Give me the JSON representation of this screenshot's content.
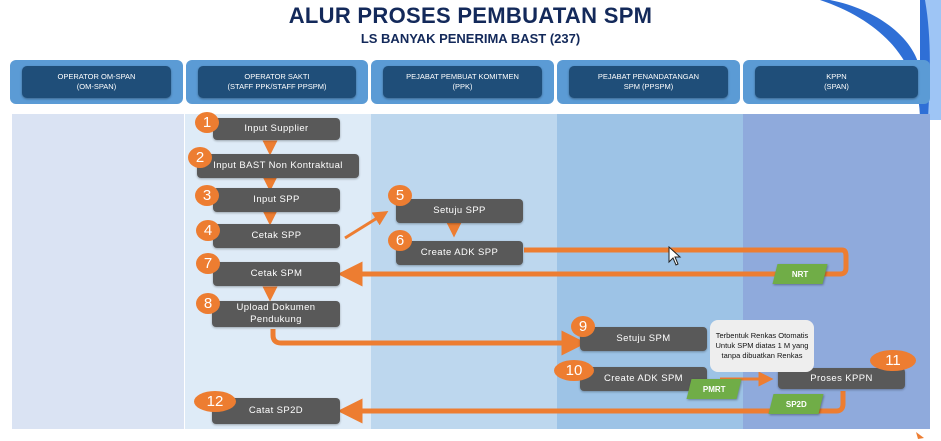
{
  "title": "ALUR PROSES PEMBUATAN SPM",
  "subtitle": "LS BANYAK PENERIMA BAST (237)",
  "colors": {
    "title": "#13295a",
    "header_outer": "#5b9bd5",
    "header_inner": "#1f4e79",
    "step_box": "#595959",
    "badge": "#ed7d31",
    "arrow": "#ed7d31",
    "tag": "#70ad47",
    "note": "#eeeeee",
    "lane_backgrounds": [
      "#dae3f3",
      "#deebf7",
      "#bdd7ee",
      "#9dc3e6",
      "#8faadc"
    ]
  },
  "lanes": [
    {
      "header": "OPERATOR OM-SPAN\n(OM-SPAN)"
    },
    {
      "header": "OPERATOR SAKTI\n(STAFF PPK/STAFF PPSPM)"
    },
    {
      "header": "PEJABAT PEMBUAT KOMITMEN\n(PPK)"
    },
    {
      "header": "PEJABAT PENANDATANGAN\nSPM (PPSPM)"
    },
    {
      "header": "KPPN\n(SPAN)"
    }
  ],
  "steps": [
    {
      "number": "1",
      "label": "Input Supplier"
    },
    {
      "number": "2",
      "label": "Input BAST Non Kontraktual"
    },
    {
      "number": "3",
      "label": "Input SPP"
    },
    {
      "number": "4",
      "label": "Cetak SPP"
    },
    {
      "number": "5",
      "label": "Setuju SPP"
    },
    {
      "number": "6",
      "label": "Create ADK SPP"
    },
    {
      "number": "7",
      "label": "Cetak SPM"
    },
    {
      "number": "8",
      "label": "Upload Dokumen Pendukung"
    },
    {
      "number": "9",
      "label": "Setuju SPM"
    },
    {
      "number": "10",
      "label": "Create ADK SPM"
    },
    {
      "number": "11",
      "label": "Proses KPPN"
    },
    {
      "number": "12",
      "label": "Catat SP2D"
    }
  ],
  "tags": {
    "nrt": "NRT",
    "pmrt": "PMRT",
    "sp2d": "SP2D"
  },
  "note": "Terbentuk Renkas Otomatis Untuk SPM diatas 1 M yang tanpa dibuatkan Renkas"
}
